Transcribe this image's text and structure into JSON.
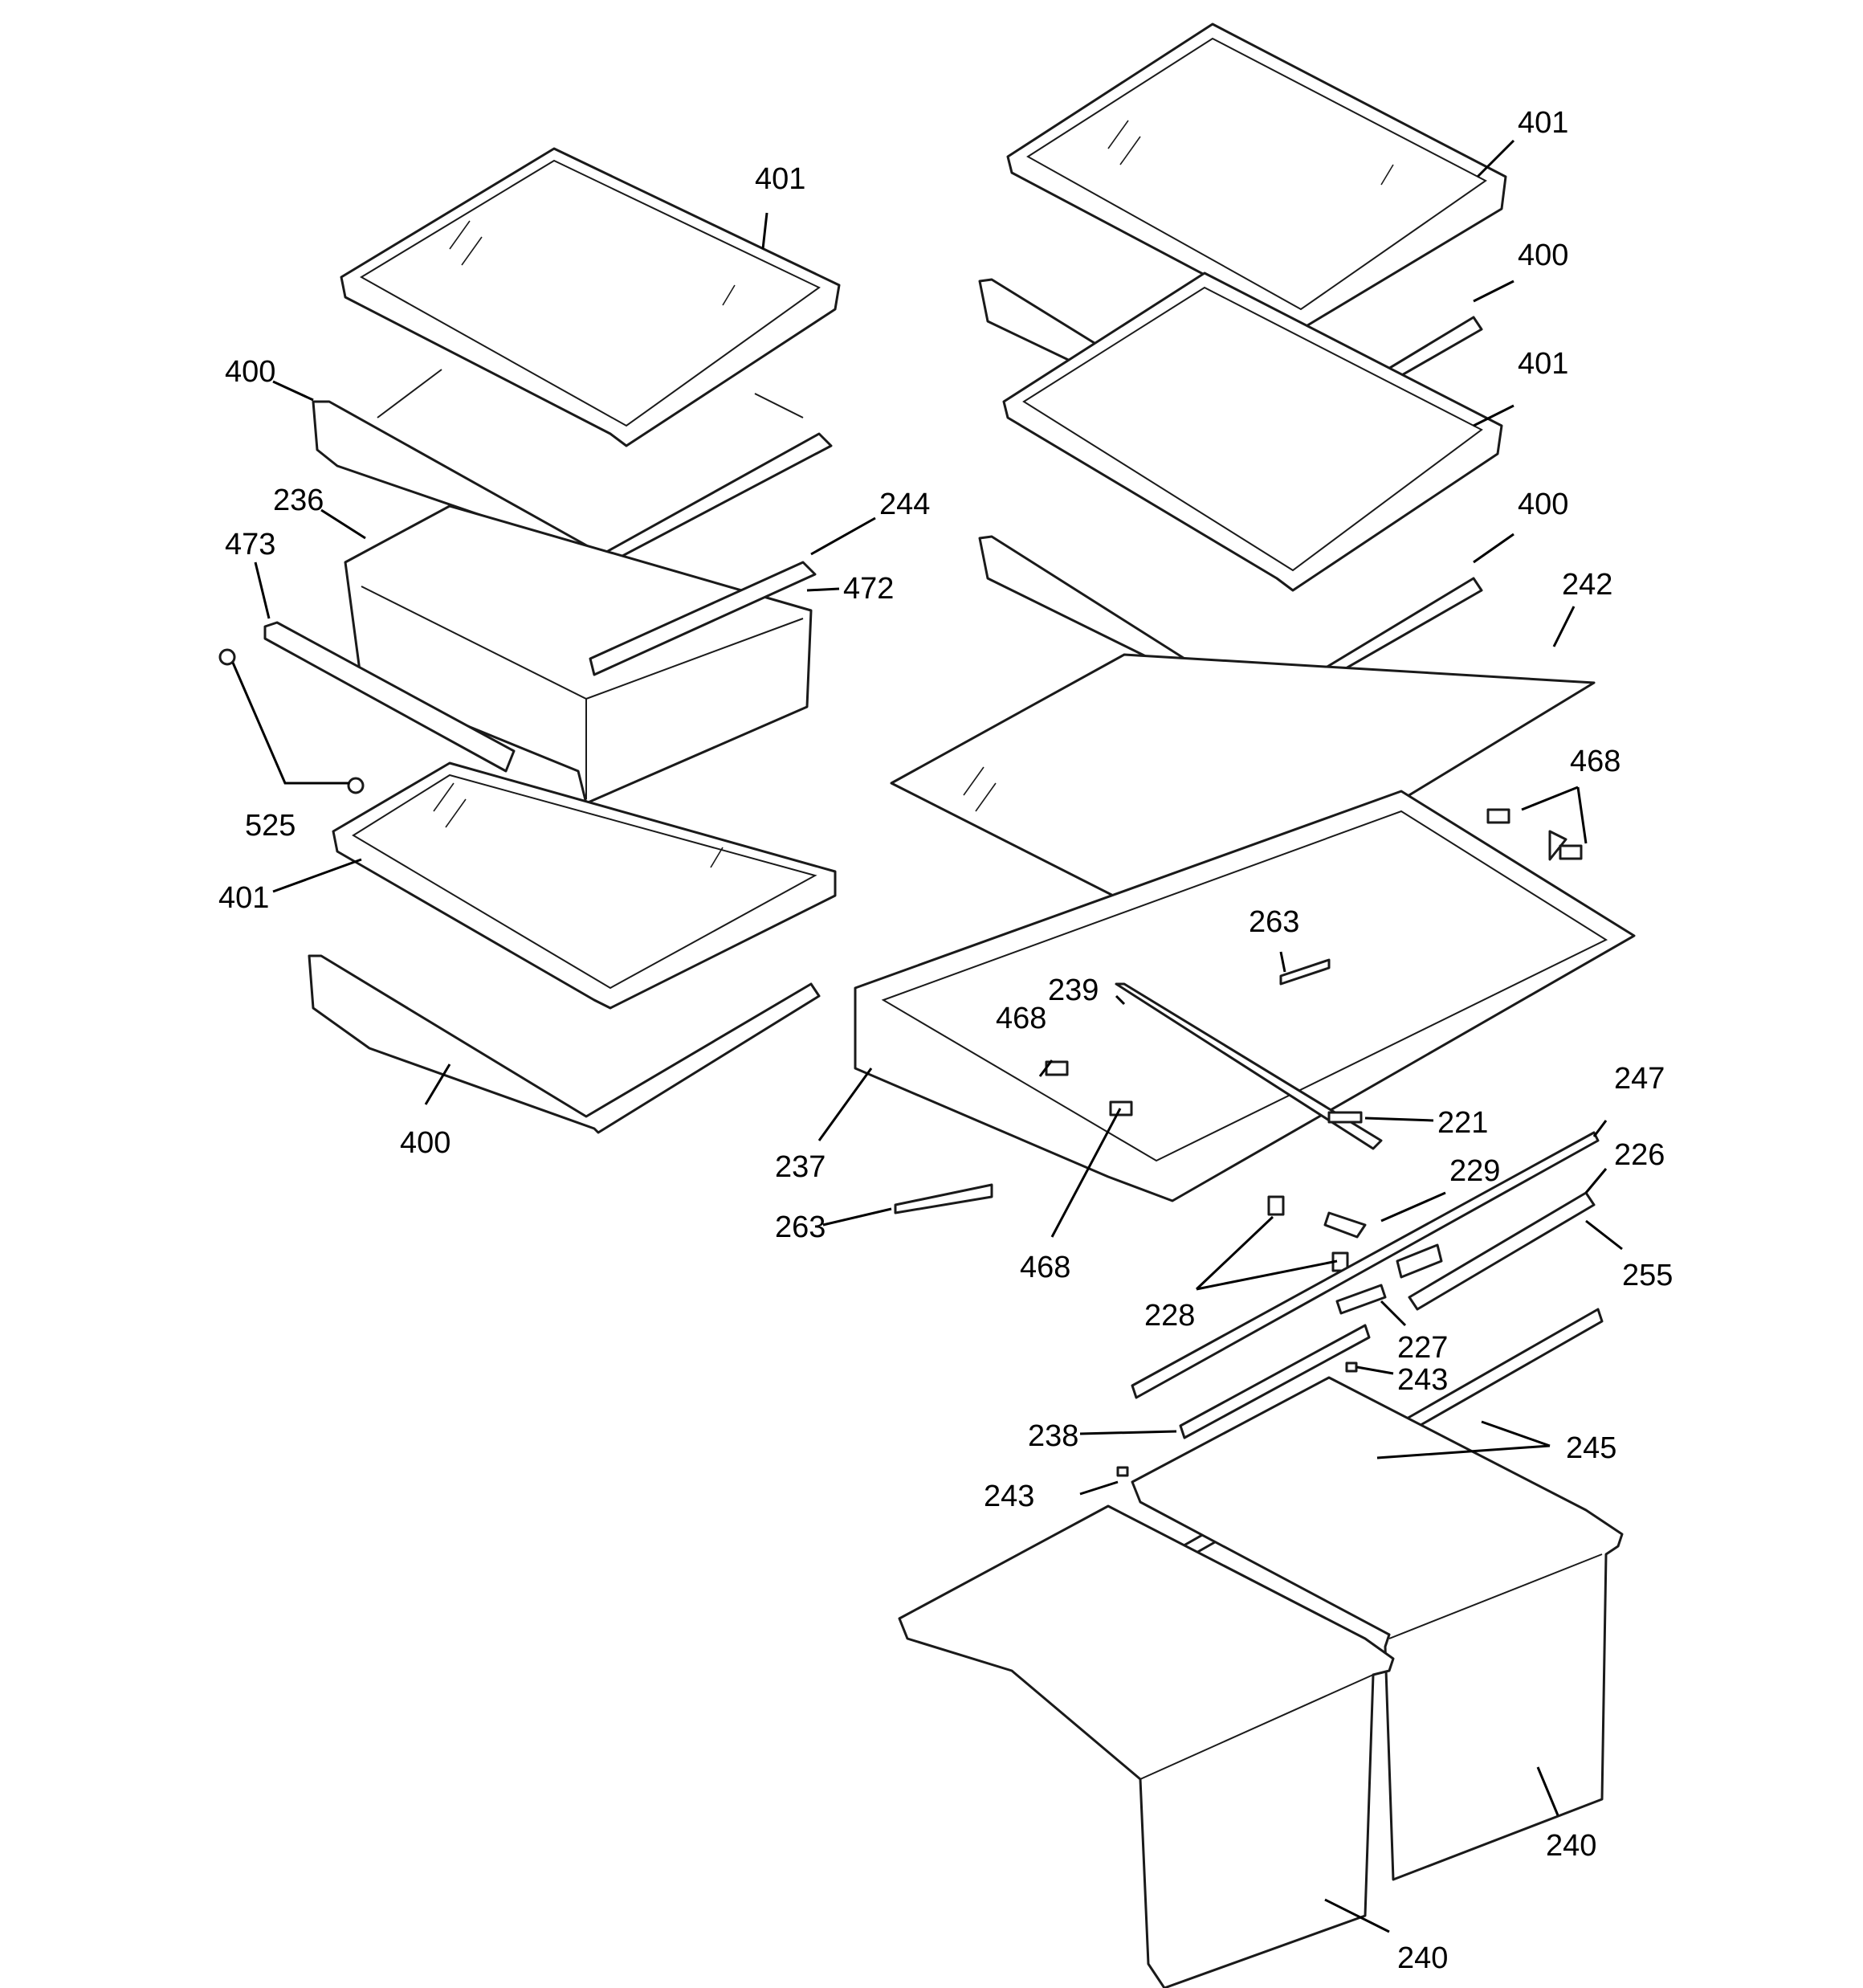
{
  "diagram": {
    "callouts": [
      {
        "id": "c1",
        "label": "401"
      },
      {
        "id": "c2",
        "label": "400"
      },
      {
        "id": "c3",
        "label": "236"
      },
      {
        "id": "c4",
        "label": "244"
      },
      {
        "id": "c5",
        "label": "473"
      },
      {
        "id": "c6",
        "label": "472"
      },
      {
        "id": "c7",
        "label": "525"
      },
      {
        "id": "c8",
        "label": "401"
      },
      {
        "id": "c9",
        "label": "400"
      },
      {
        "id": "c10",
        "label": "401"
      },
      {
        "id": "c11",
        "label": "400"
      },
      {
        "id": "c12",
        "label": "401"
      },
      {
        "id": "c13",
        "label": "400"
      },
      {
        "id": "c14",
        "label": "242"
      },
      {
        "id": "c15",
        "label": "468"
      },
      {
        "id": "c16",
        "label": "263"
      },
      {
        "id": "c17",
        "label": "239"
      },
      {
        "id": "c18",
        "label": "468"
      },
      {
        "id": "c19",
        "label": "237"
      },
      {
        "id": "c20",
        "label": "263"
      },
      {
        "id": "c21",
        "label": "468"
      },
      {
        "id": "c22",
        "label": "221"
      },
      {
        "id": "c23",
        "label": "247"
      },
      {
        "id": "c24",
        "label": "229"
      },
      {
        "id": "c25",
        "label": "226"
      },
      {
        "id": "c26",
        "label": "255"
      },
      {
        "id": "c27",
        "label": "228"
      },
      {
        "id": "c28",
        "label": "227"
      },
      {
        "id": "c29",
        "label": "243"
      },
      {
        "id": "c30",
        "label": "238"
      },
      {
        "id": "c31",
        "label": "245"
      },
      {
        "id": "c32",
        "label": "243"
      },
      {
        "id": "c33",
        "label": "240"
      },
      {
        "id": "c34",
        "label": "240"
      }
    ]
  }
}
